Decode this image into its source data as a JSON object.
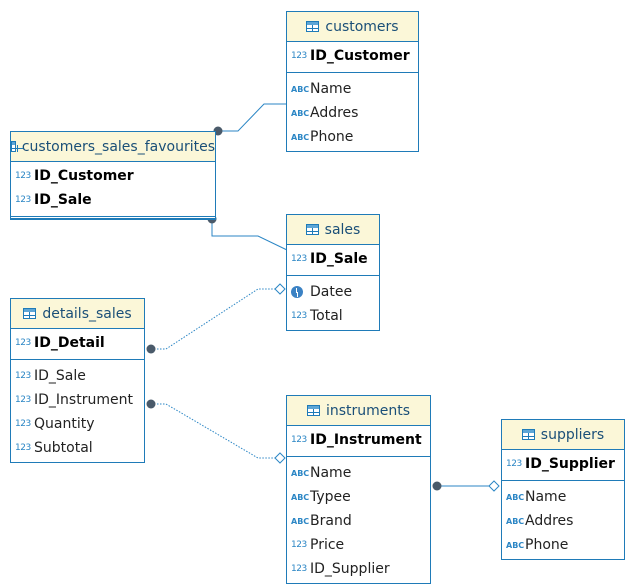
{
  "entities": {
    "customers": {
      "title": "customers",
      "keys": [
        {
          "name": "ID_Customer",
          "icon": "numeric-key-icon"
        }
      ],
      "columns": [
        {
          "name": "Name",
          "icon": "text-type-icon"
        },
        {
          "name": "Addres",
          "icon": "text-type-icon"
        },
        {
          "name": "Phone",
          "icon": "text-type-icon"
        }
      ]
    },
    "customers_sales_favourites": {
      "title": "customers_sales_favourites",
      "keys": [
        {
          "name": "ID_Customer",
          "icon": "numeric-key-icon"
        },
        {
          "name": "ID_Sale",
          "icon": "numeric-key-icon"
        }
      ],
      "columns": []
    },
    "sales": {
      "title": "sales",
      "keys": [
        {
          "name": "ID_Sale",
          "icon": "numeric-key-icon"
        }
      ],
      "columns": [
        {
          "name": "Datee",
          "icon": "clock-icon"
        },
        {
          "name": "Total",
          "icon": "numeric-type-icon"
        }
      ]
    },
    "details_sales": {
      "title": "details_sales",
      "keys": [
        {
          "name": "ID_Detail",
          "icon": "numeric-key-icon"
        }
      ],
      "columns": [
        {
          "name": "ID_Sale",
          "icon": "numeric-foreign-key-icon"
        },
        {
          "name": "ID_Instrument",
          "icon": "numeric-foreign-key-icon"
        },
        {
          "name": "Quantity",
          "icon": "numeric-type-icon"
        },
        {
          "name": "Subtotal",
          "icon": "numeric-type-icon"
        }
      ]
    },
    "instruments": {
      "title": "instruments",
      "keys": [
        {
          "name": "ID_Instrument",
          "icon": "numeric-key-icon"
        }
      ],
      "columns": [
        {
          "name": "Name",
          "icon": "text-type-icon"
        },
        {
          "name": "Typee",
          "icon": "text-type-icon"
        },
        {
          "name": "Brand",
          "icon": "text-type-icon"
        },
        {
          "name": "Price",
          "icon": "numeric-type-icon"
        },
        {
          "name": "ID_Supplier",
          "icon": "numeric-foreign-key-icon"
        }
      ]
    },
    "suppliers": {
      "title": "suppliers",
      "keys": [
        {
          "name": "ID_Supplier",
          "icon": "numeric-key-icon"
        }
      ],
      "columns": [
        {
          "name": "Name",
          "icon": "text-type-icon"
        },
        {
          "name": "Addres",
          "icon": "text-type-icon"
        },
        {
          "name": "Phone",
          "icon": "text-type-icon"
        }
      ]
    }
  },
  "icon_glyphs": {
    "text": "ABC",
    "numeric": "123"
  },
  "colors": {
    "border": "#1f7bb8",
    "header_bg": "#fbf7d8",
    "link": "#2b86c5",
    "connector_dot": "#4a5a6a"
  }
}
